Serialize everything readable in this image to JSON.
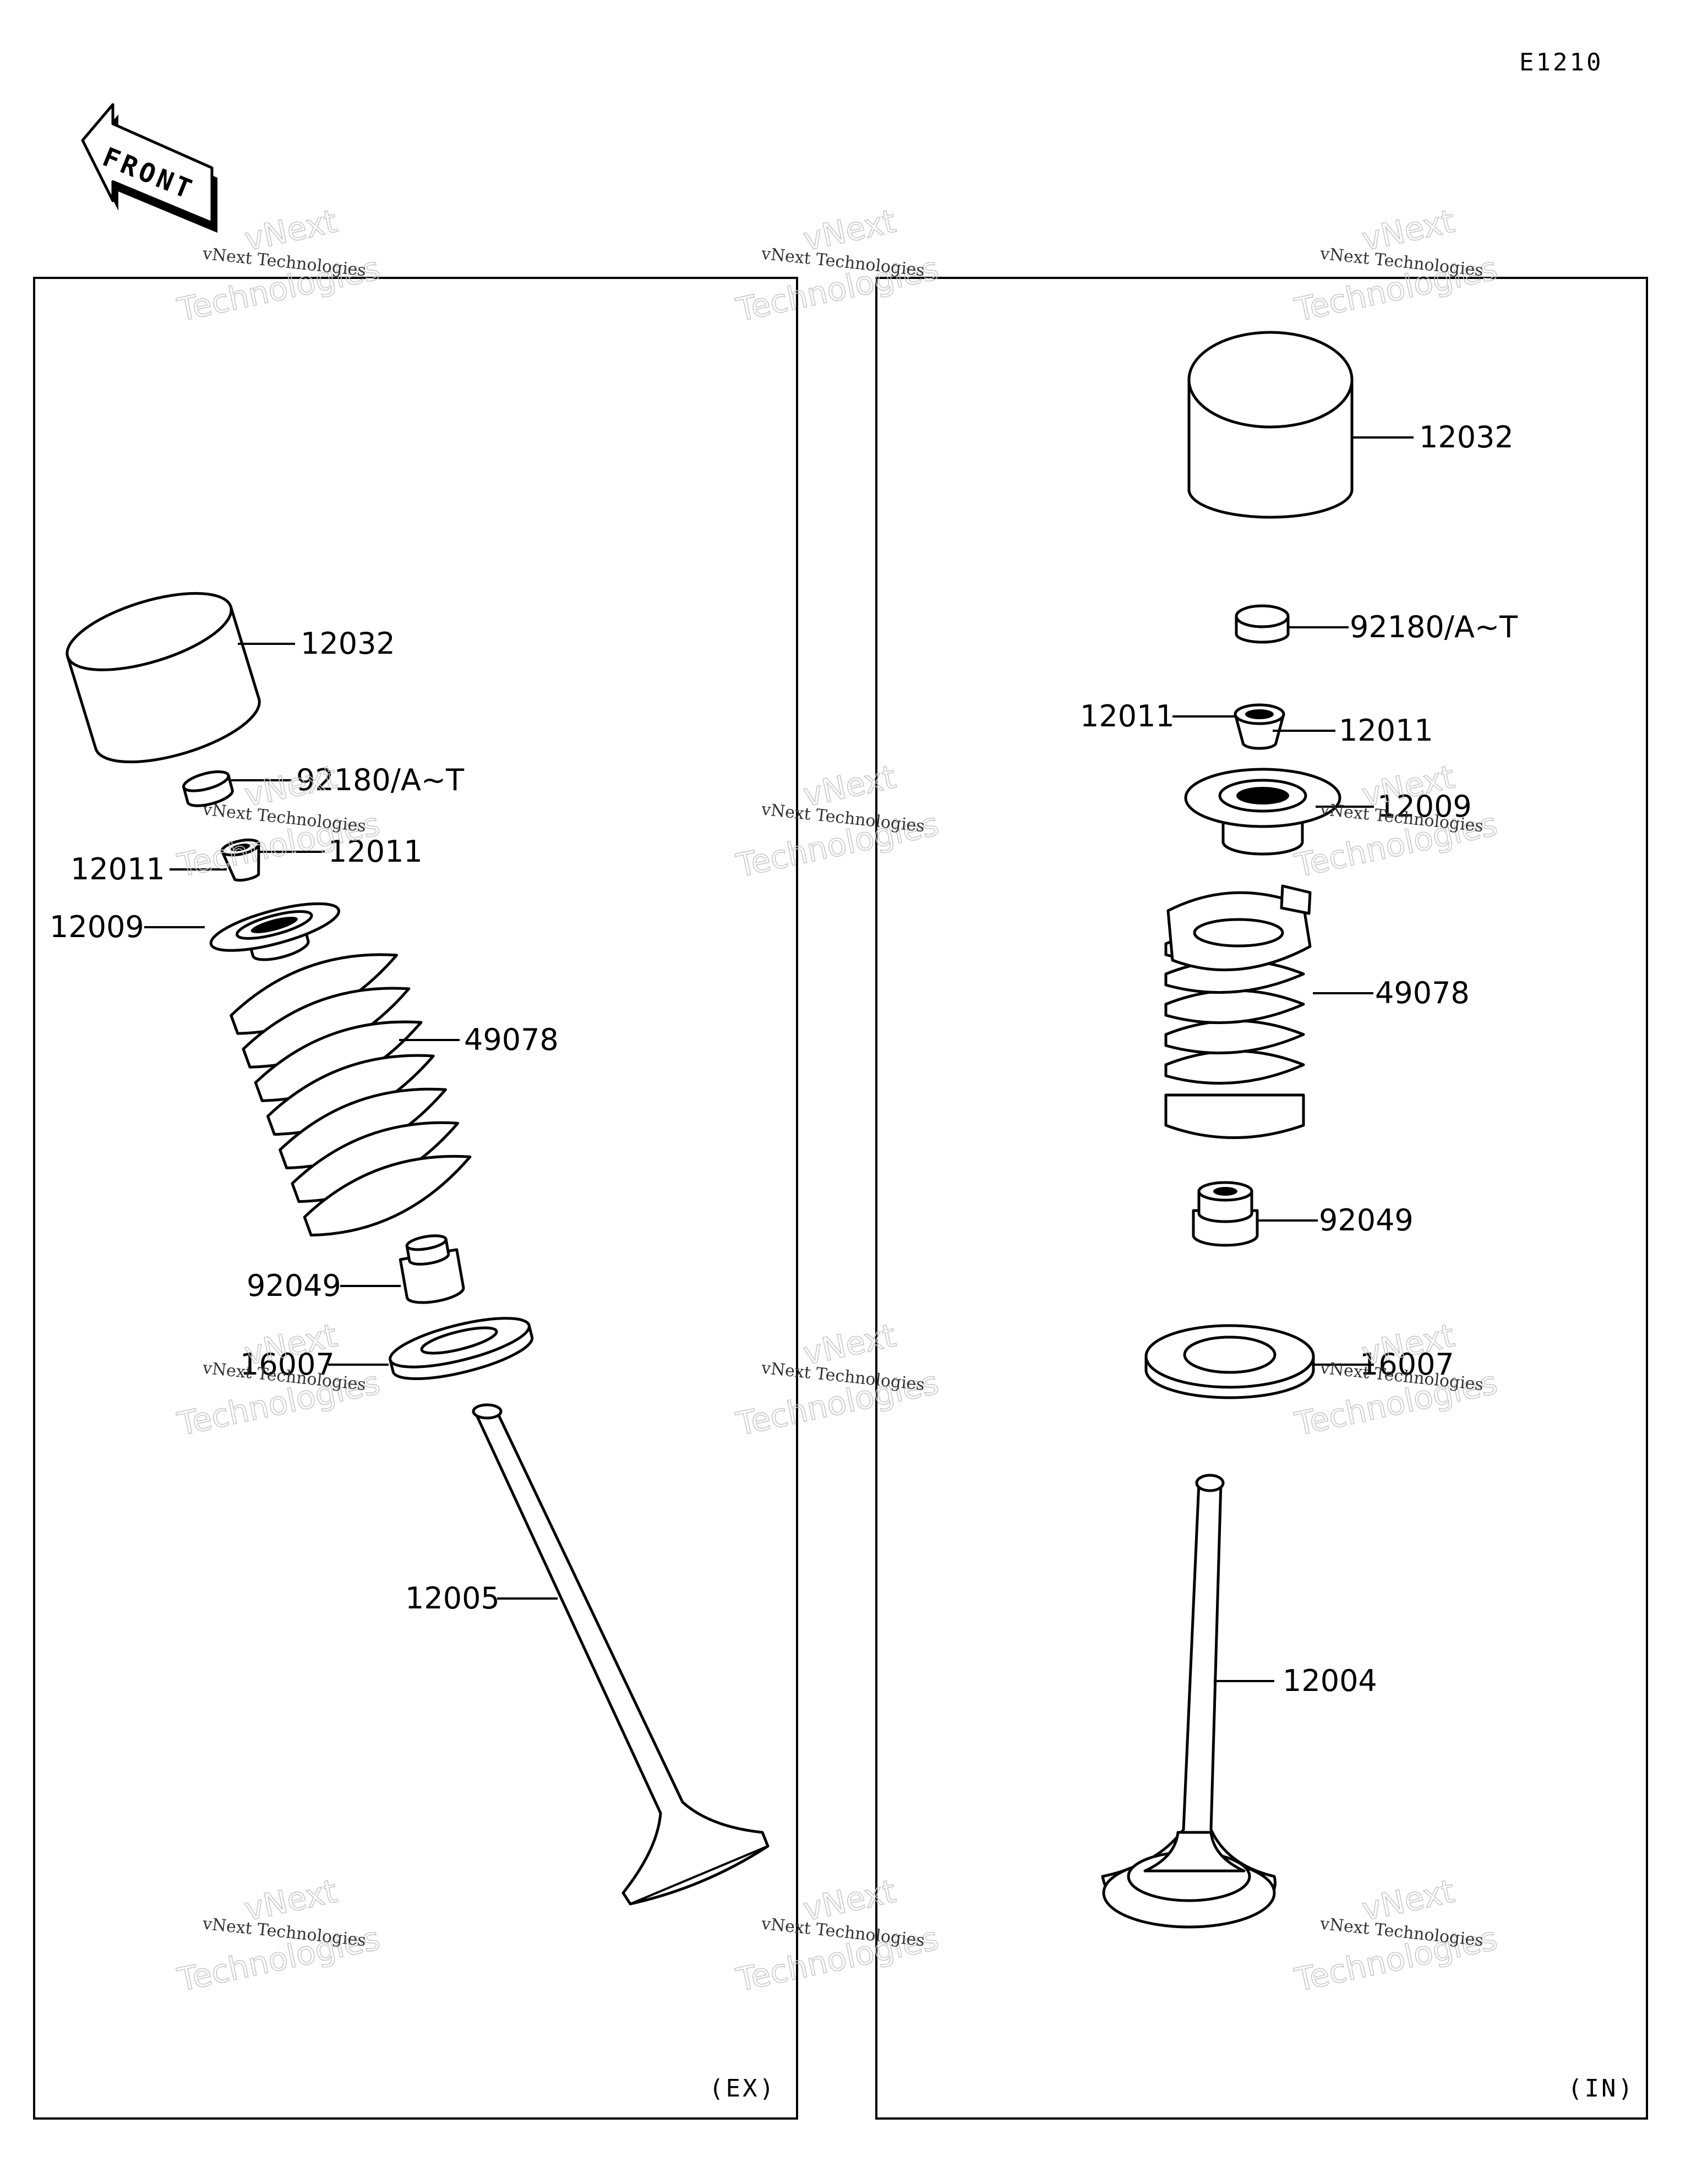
{
  "diagram_code": "E1210",
  "front_label": "FRONT",
  "watermark": {
    "line1": "vNext Technologies",
    "line2": "vNext",
    "line3": "Technologies"
  },
  "panels": {
    "exhaust": {
      "tag": "(EX)",
      "labels": {
        "tappet": "12032",
        "shim": "92180/A~T",
        "keeper_left": "12011",
        "keeper_right": "12011",
        "retainer": "12009",
        "spring": "49078",
        "stem_seal": "92049",
        "spring_seat": "16007",
        "valve": "12005"
      }
    },
    "intake": {
      "tag": "(IN)",
      "labels": {
        "tappet": "12032",
        "shim": "92180/A~T",
        "keeper_left": "12011",
        "keeper_right": "12011",
        "retainer": "12009",
        "spring": "49078",
        "stem_seal": "92049",
        "spring_seat": "16007",
        "valve": "12004"
      }
    }
  }
}
